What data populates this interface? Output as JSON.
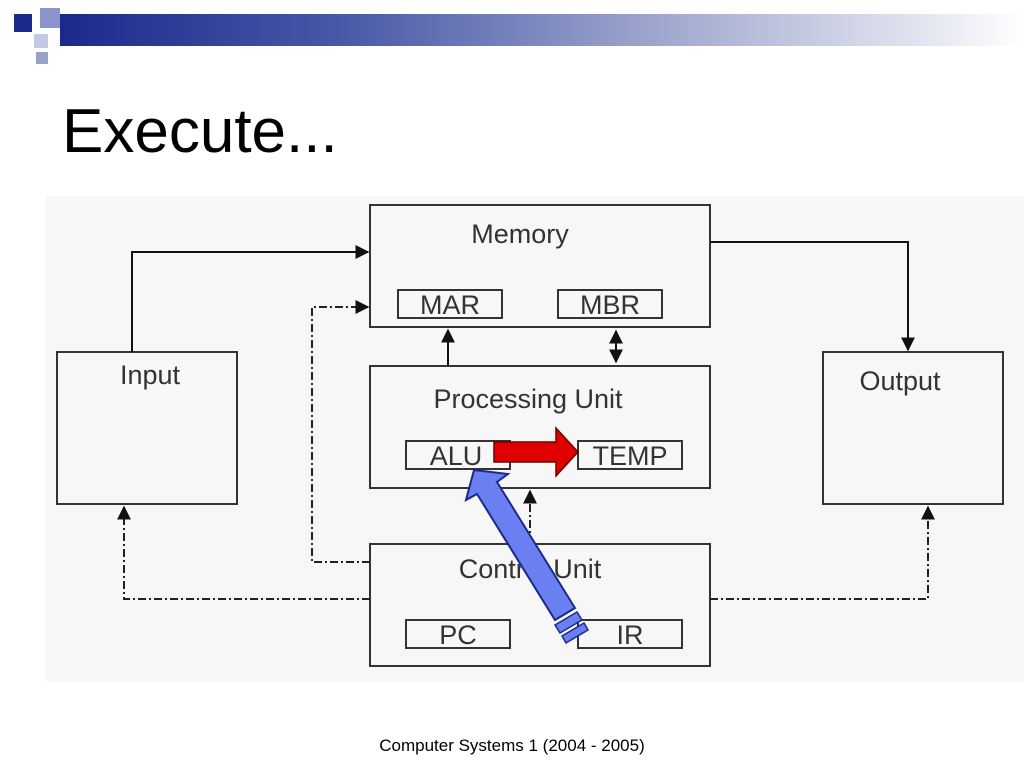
{
  "slide": {
    "title": "Execute...",
    "footer": "Computer Systems 1 (2004 - 2005)"
  },
  "diagram": {
    "memory": {
      "label": "Memory",
      "mar": "MAR",
      "mbr": "MBR"
    },
    "input": {
      "label": "Input"
    },
    "output": {
      "label": "Output"
    },
    "processing_unit": {
      "label": "Processing Unit",
      "alu": "ALU",
      "temp": "TEMP"
    },
    "control_unit": {
      "label": "Control Unit",
      "pc": "PC",
      "ir": "IR"
    }
  },
  "colors": {
    "title_bar_dark": "#1a2a8c",
    "red_arrow": "#e00000",
    "blue_arrow": "#6a7ff0"
  }
}
